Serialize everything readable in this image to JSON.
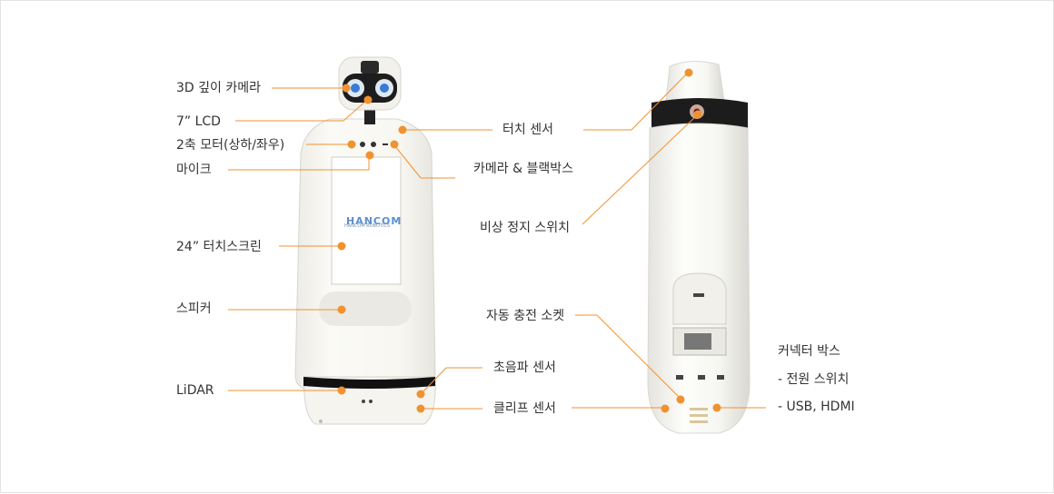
{
  "colors": {
    "accent": "#f0922f",
    "robot_body": "#f7f6f1",
    "outline": "#d9d7cf",
    "label_text": "#333333"
  },
  "front_view": {
    "brand_logo": "HANCOM",
    "brand_sub": "HANCOM ROBOTICS",
    "labels": {
      "depth_camera": "3D 깊이 카메라",
      "lcd": "7” LCD",
      "motor": "2축 모터(상하/좌우)",
      "mic": "마이크",
      "touchscreen": "24” 터치스크린",
      "speaker": "스피커",
      "lidar": "LiDAR",
      "touch_sensor": "터치 센서",
      "camera_blackbox": "카메라 & 블랙박스",
      "ultrasonic": "초음파 센서",
      "cliff": "클리프 센서"
    }
  },
  "back_view": {
    "labels": {
      "emergency_stop": "비상 정지 스위치",
      "charge_socket": "자동 충전 소켓",
      "connector_box": "커넥터 박스",
      "power_switch": "- 전원 스위치",
      "usb_hdmi": "- USB, HDMI"
    }
  }
}
